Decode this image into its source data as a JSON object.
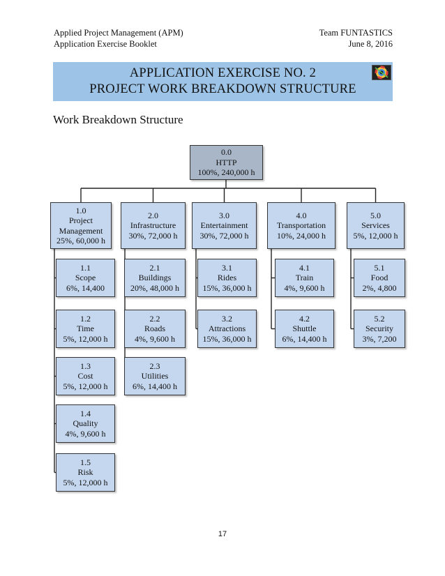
{
  "header": {
    "left_line1": "Applied Project Management (APM)",
    "left_line2": "Application Exercise Booklet",
    "right_line1": "Team FUNTASTICS",
    "right_line2": "June 8, 2016"
  },
  "banner": {
    "line1": "APPLICATION EXERCISE NO. 2",
    "line2": "PROJECT WORK BREAKDOWN STRUCTURE",
    "logo_icon": "color-wheel-logo-icon"
  },
  "section_title": "Work Breakdown Structure",
  "wbs": {
    "root": {
      "id": "0.0",
      "name": "HTTP",
      "alloc": "100%, 240,000 h"
    },
    "branches": [
      {
        "id": "1.0",
        "name": "Project Management",
        "alloc": "25%, 60,000 h",
        "children": [
          {
            "id": "1.1",
            "name": "Scope",
            "alloc": "6%, 14,400"
          },
          {
            "id": "1.2",
            "name": "Time",
            "alloc": "5%, 12,000 h"
          },
          {
            "id": "1.3",
            "name": "Cost",
            "alloc": "5%, 12,000 h"
          },
          {
            "id": "1.4",
            "name": "Quality",
            "alloc": "4%, 9,600 h"
          },
          {
            "id": "1.5",
            "name": "Risk",
            "alloc": "5%, 12,000 h"
          }
        ]
      },
      {
        "id": "2.0",
        "name": "Infrastructure",
        "alloc": "30%, 72,000 h",
        "children": [
          {
            "id": "2.1",
            "name": "Buildings",
            "alloc": "20%, 48,000 h"
          },
          {
            "id": "2.2",
            "name": "Roads",
            "alloc": "4%, 9,600 h"
          },
          {
            "id": "2.3",
            "name": "Utilities",
            "alloc": "6%, 14,400 h"
          }
        ]
      },
      {
        "id": "3.0",
        "name": "Entertainment",
        "alloc": "30%, 72,000 h",
        "children": [
          {
            "id": "3.1",
            "name": "Rides",
            "alloc": "15%, 36,000 h"
          },
          {
            "id": "3.2",
            "name": "Attractions",
            "alloc": "15%, 36,000 h"
          }
        ]
      },
      {
        "id": "4.0",
        "name": "Transportation",
        "alloc": "10%, 24,000 h",
        "children": [
          {
            "id": "4.1",
            "name": "Train",
            "alloc": "4%, 9,600 h"
          },
          {
            "id": "4.2",
            "name": "Shuttle",
            "alloc": "6%, 14,400 h"
          }
        ]
      },
      {
        "id": "5.0",
        "name": "Services",
        "alloc": "5%, 12,000 h",
        "children": [
          {
            "id": "5.1",
            "name": "Food",
            "alloc": "2%, 4,800"
          },
          {
            "id": "5.2",
            "name": "Security",
            "alloc": "3%, 7,200"
          }
        ]
      }
    ]
  },
  "page_number": "17"
}
